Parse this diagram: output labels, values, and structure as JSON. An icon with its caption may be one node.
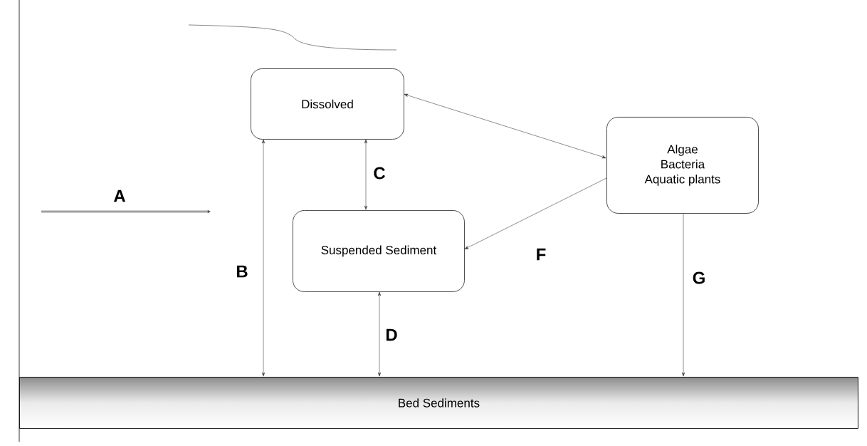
{
  "diagram": {
    "nodes": [
      {
        "text": [
          "Dissolved"
        ]
      },
      {
        "text": [
          "Algae",
          "Bacteria",
          "Aquatic plants"
        ]
      },
      {
        "text": [
          "Suspended Sediment"
        ]
      },
      {
        "text": [
          "Bed Sediments"
        ]
      }
    ],
    "edges": [
      {
        "from": 0,
        "to": 1,
        "arrow": "both"
      },
      {
        "from": 0,
        "to": 3,
        "arrow": "both",
        "label": "B"
      },
      {
        "from": 0,
        "to": 2,
        "arrow": "both",
        "label": "C"
      },
      {
        "from": 1,
        "to": 2,
        "arrow": "to",
        "label": "F"
      },
      {
        "from": 2,
        "to": 3,
        "arrow": "both",
        "label": "D"
      },
      {
        "from": 1,
        "to": 3,
        "arrow": "to",
        "label": "G"
      }
    ],
    "labels": [
      "A"
    ]
  }
}
